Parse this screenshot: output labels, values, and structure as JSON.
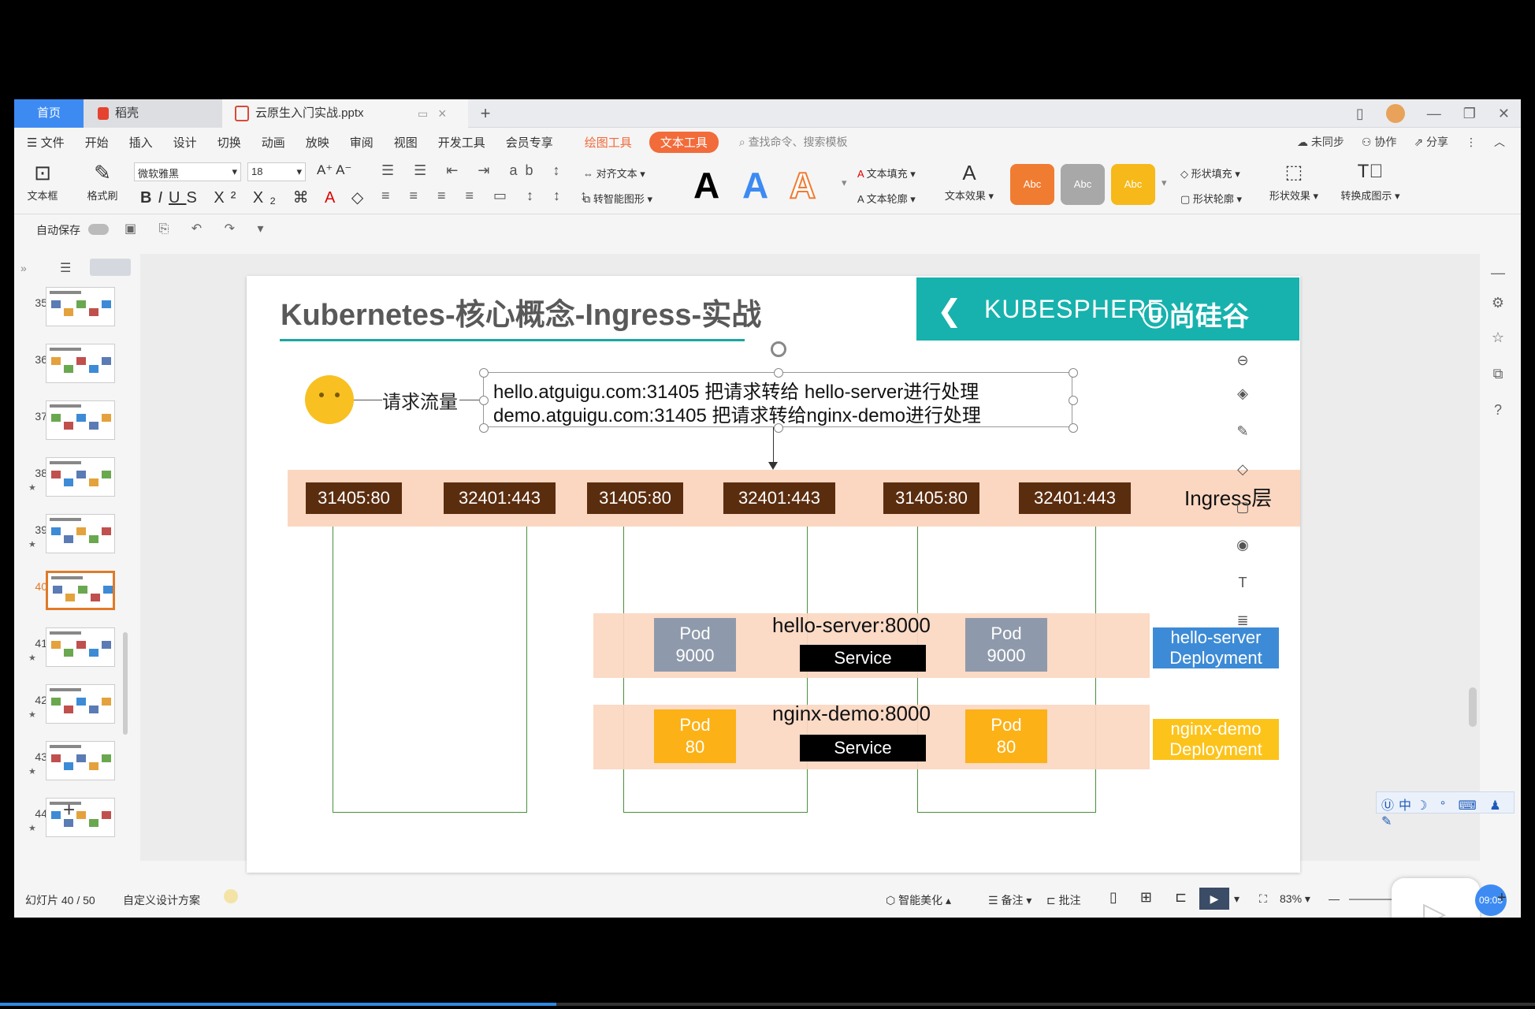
{
  "tabs": {
    "home": "首页",
    "daoke": "稻壳",
    "file": "云原生入门实战.pptx",
    "add": "+"
  },
  "menu": {
    "items": [
      "文件",
      "开始",
      "插入",
      "设计",
      "切换",
      "动画",
      "放映",
      "审阅",
      "视图",
      "开发工具",
      "会员专享"
    ],
    "drawing_tools": "绘图工具",
    "text_tools": "文本工具",
    "search_placeholder": "查找命令、搜索模板",
    "right": [
      "未同步",
      "协作",
      "分享"
    ]
  },
  "ribbon": {
    "textbox": "文本框",
    "format_painter": "格式刷",
    "font_name": "微软雅黑",
    "font_size": "18",
    "align_text": "对齐文本",
    "smart_shape": "转智能图形",
    "text_fill": "文本填充",
    "text_outline": "文本轮廓",
    "text_effect": "文本效果",
    "abc": "Abc",
    "shape_fill": "形状填充",
    "shape_outline": "形状轮廓",
    "shape_effect": "形状效果",
    "convert_graphic": "转换成图示",
    "accent_colors": [
      "#f07c32",
      "#a8a8a8",
      "#f6b919"
    ]
  },
  "quick": {
    "autosave": "自动保存"
  },
  "thumbnails": [
    {
      "num": "35",
      "star": ""
    },
    {
      "num": "36",
      "star": ""
    },
    {
      "num": "37",
      "star": ""
    },
    {
      "num": "38",
      "star": "★"
    },
    {
      "num": "39",
      "star": "★"
    },
    {
      "num": "40",
      "star": ""
    },
    {
      "num": "41",
      "star": "★"
    },
    {
      "num": "42",
      "star": "★"
    },
    {
      "num": "43",
      "star": "★"
    },
    {
      "num": "44",
      "star": "★"
    }
  ],
  "slide": {
    "title": "Kubernetes-核心概念-Ingress-实战",
    "brand_left": "KUBESPHERE",
    "brand_right": "尚硅谷",
    "request_label": "请求流量",
    "routes": [
      "hello.atguigu.com:31405 把请求转给 hello-server进行处理",
      "demo.atguigu.com:31405 把请求转给nginx-demo进行处理"
    ],
    "ports": [
      "31405:80",
      "32401:443",
      "31405:80",
      "32401:443",
      "31405:80",
      "32401:443"
    ],
    "ingress_label": "Ingress层",
    "hello_service_name": "hello-server:8000",
    "nginx_service_name": "nginx-demo:8000",
    "service_label": "Service",
    "pod_gray": {
      "name": "Pod",
      "port": "9000"
    },
    "pod_orange": {
      "name": "Pod",
      "port": "80"
    },
    "hello_deploy": [
      "hello-server",
      "Deployment"
    ],
    "nginx_deploy": [
      "nginx-demo",
      "Deployment"
    ]
  },
  "status": {
    "slide_info": "幻灯片 40 / 50",
    "design": "自定义设计方案",
    "beautify": "智能美化",
    "notes": "备注",
    "comment": "批注",
    "zoom": "83%",
    "video_time": "09:05",
    "ime_label": "中"
  }
}
